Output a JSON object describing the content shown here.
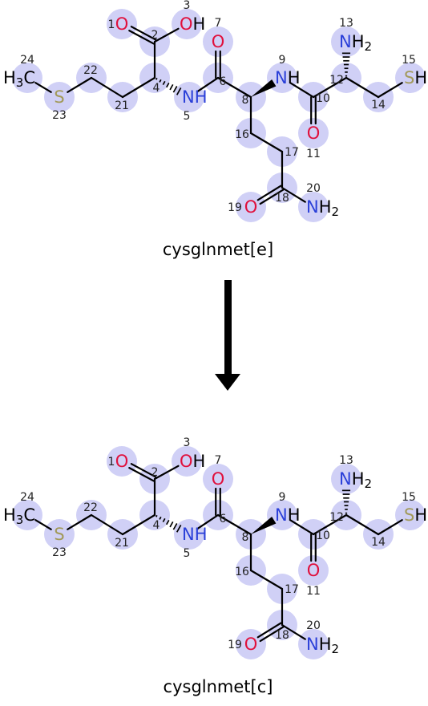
{
  "colors": {
    "carbon": "#000000",
    "oxygen": "#e0103c",
    "nitrogen": "#2a3fd8",
    "sulfur": "#a29a5a",
    "highlight": "#c8c8f4"
  },
  "arrow_icon": "down-arrow-icon",
  "molecules": [
    {
      "caption": "cysglnmet[e]"
    },
    {
      "caption": "cysglnmet[c]"
    }
  ],
  "atoms": [
    {
      "num": "1",
      "symbol": "O",
      "element": "oxygen"
    },
    {
      "num": "2",
      "symbol": "",
      "element": "carbon"
    },
    {
      "num": "3",
      "symbol": "OH",
      "element": "oxygen"
    },
    {
      "num": "4",
      "symbol": "",
      "element": "carbon"
    },
    {
      "num": "5",
      "symbol": "NH",
      "element": "nitrogen"
    },
    {
      "num": "6",
      "symbol": "",
      "element": "carbon"
    },
    {
      "num": "7",
      "symbol": "O",
      "element": "oxygen"
    },
    {
      "num": "8",
      "symbol": "",
      "element": "carbon"
    },
    {
      "num": "9",
      "symbol": "NH",
      "element": "nitrogen"
    },
    {
      "num": "10",
      "symbol": "",
      "element": "carbon"
    },
    {
      "num": "11",
      "symbol": "O",
      "element": "oxygen"
    },
    {
      "num": "12",
      "symbol": "",
      "element": "carbon"
    },
    {
      "num": "13",
      "symbol": "NH2",
      "element": "nitrogen"
    },
    {
      "num": "14",
      "symbol": "",
      "element": "carbon"
    },
    {
      "num": "15",
      "symbol": "SH",
      "element": "sulfur"
    },
    {
      "num": "16",
      "symbol": "",
      "element": "carbon"
    },
    {
      "num": "17",
      "symbol": "",
      "element": "carbon"
    },
    {
      "num": "18",
      "symbol": "",
      "element": "carbon"
    },
    {
      "num": "19",
      "symbol": "O",
      "element": "oxygen"
    },
    {
      "num": "20",
      "symbol": "NH2",
      "element": "nitrogen"
    },
    {
      "num": "21",
      "symbol": "",
      "element": "carbon"
    },
    {
      "num": "22",
      "symbol": "",
      "element": "carbon"
    },
    {
      "num": "23",
      "symbol": "S",
      "element": "sulfur"
    },
    {
      "num": "24",
      "symbol": "H3C",
      "element": "carbon"
    }
  ],
  "bonds": [
    {
      "a": "2",
      "b": "1",
      "type": "double"
    },
    {
      "a": "2",
      "b": "3",
      "type": "single"
    },
    {
      "a": "2",
      "b": "4",
      "type": "single"
    },
    {
      "a": "4",
      "b": "5",
      "type": "hash"
    },
    {
      "a": "4",
      "b": "21",
      "type": "single"
    },
    {
      "a": "21",
      "b": "22",
      "type": "single"
    },
    {
      "a": "22",
      "b": "23",
      "type": "single"
    },
    {
      "a": "23",
      "b": "24",
      "type": "single"
    },
    {
      "a": "5",
      "b": "6",
      "type": "single"
    },
    {
      "a": "6",
      "b": "7",
      "type": "double"
    },
    {
      "a": "6",
      "b": "8",
      "type": "single"
    },
    {
      "a": "8",
      "b": "9",
      "type": "wedge"
    },
    {
      "a": "8",
      "b": "16",
      "type": "single"
    },
    {
      "a": "16",
      "b": "17",
      "type": "single"
    },
    {
      "a": "17",
      "b": "18",
      "type": "single"
    },
    {
      "a": "18",
      "b": "19",
      "type": "double"
    },
    {
      "a": "18",
      "b": "20",
      "type": "single"
    },
    {
      "a": "9",
      "b": "10",
      "type": "single"
    },
    {
      "a": "10",
      "b": "11",
      "type": "double"
    },
    {
      "a": "10",
      "b": "12",
      "type": "single"
    },
    {
      "a": "12",
      "b": "13",
      "type": "hash"
    },
    {
      "a": "12",
      "b": "14",
      "type": "single"
    },
    {
      "a": "14",
      "b": "15",
      "type": "single"
    }
  ]
}
